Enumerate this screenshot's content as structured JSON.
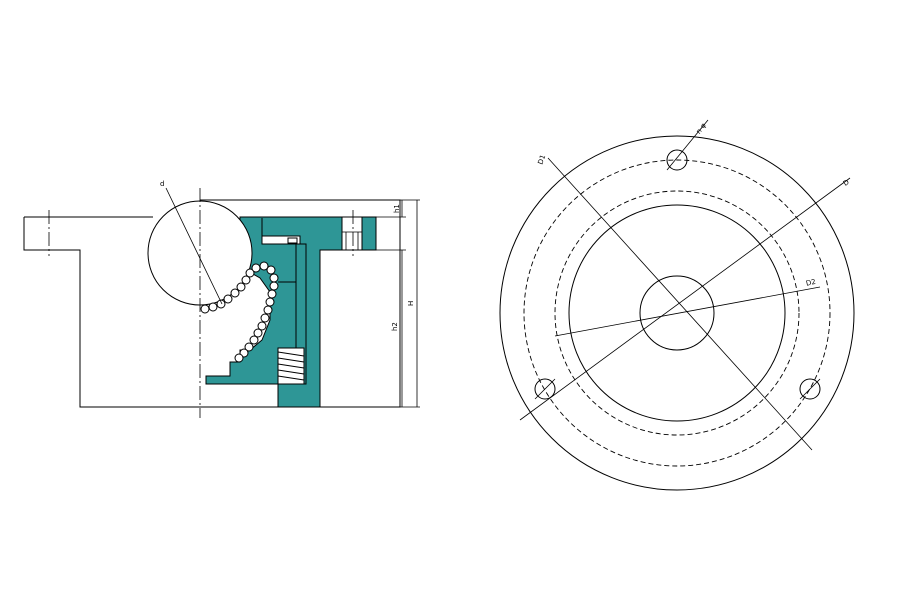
{
  "labels": {
    "ball_diameter": "d",
    "top_height": "h1",
    "total_height": "H",
    "lower_height": "h2",
    "hole_dia": "n-φ",
    "outer_dia": "D",
    "pcd": "D1",
    "inner_dia": "D2"
  },
  "colors": {
    "section_fill": "#2e9696",
    "line": "#000000"
  }
}
